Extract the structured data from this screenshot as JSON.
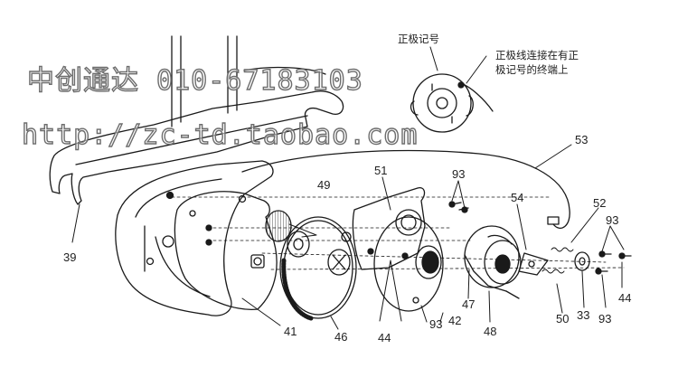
{
  "watermark": {
    "line1": "中创通达 010-67183103",
    "line2": "http://zc-td.taobao.com"
  },
  "polarity_note": {
    "title": "正极记号",
    "line1": "正极线连接在有正",
    "line2": "极记号的终端上"
  },
  "part_numbers": {
    "p39": "39",
    "p41": "41",
    "p42": "42",
    "p44a": "44",
    "p44b": "44",
    "p46": "46",
    "p47": "47",
    "p48": "48",
    "p49": "49",
    "p50": "50",
    "p51": "51",
    "p52": "52",
    "p53": "53",
    "p54": "54",
    "p33": "33",
    "p93a": "93",
    "p93b": "93",
    "p93c": "93",
    "p93d": "93"
  },
  "colors": {
    "line": "#1a1a1a",
    "paper": "#ffffff"
  }
}
